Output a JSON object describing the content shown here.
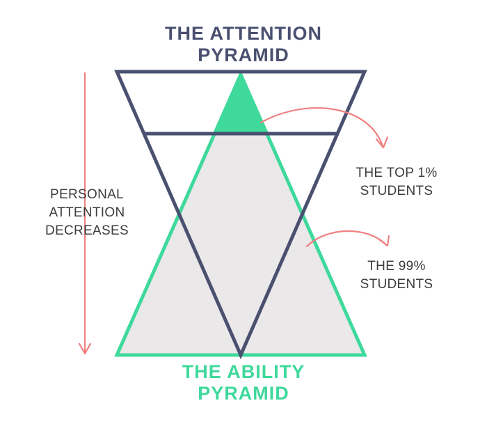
{
  "titles": {
    "attention_line1": "THE ATTENTION",
    "attention_line2": "PYRAMID",
    "ability_line1": "THE ABILITY",
    "ability_line2": "PYRAMID"
  },
  "labels": {
    "attention_line1": "PERSONAL",
    "attention_line2": "ATTENTION",
    "attention_line3": "DECREASES",
    "top_line1": "THE TOP 1%",
    "top_line2": "STUDENTS",
    "rest_line1": "THE 99%",
    "rest_line2": "STUDENTS"
  },
  "colors": {
    "attention_pyramid": "#4a5070",
    "ability_pyramid": "#3ed99b",
    "ability_fill": "#ebe8e9",
    "top_segment_fill": "#3ed99b",
    "arrow": "#f08080",
    "text": "#3c3c3c"
  }
}
